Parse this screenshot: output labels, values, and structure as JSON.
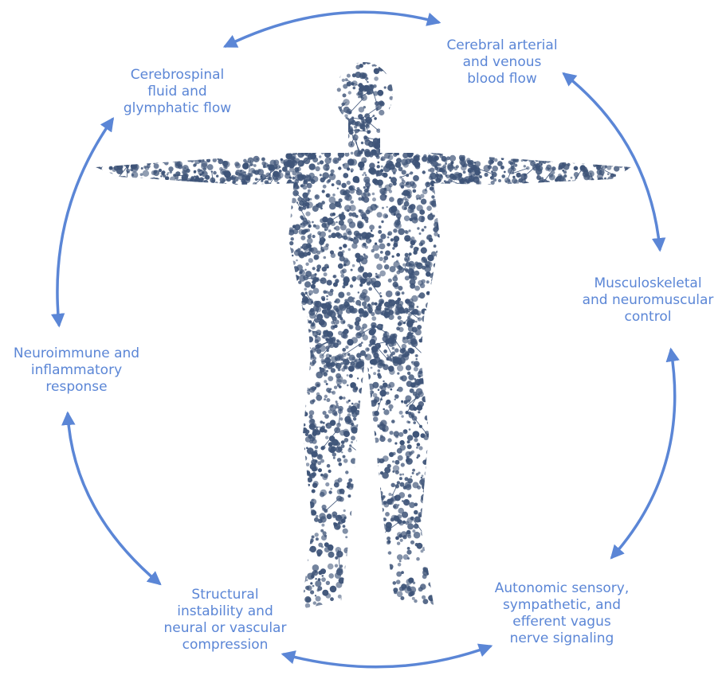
{
  "diagram": {
    "accent_color": "#5B86D6",
    "figure_color": "#3E5478",
    "center_graphic": "human-figure-molecular-dots",
    "nodes": [
      {
        "id": "csf",
        "label": "Cerebrospinal\nfluid and\nglymphatic flow"
      },
      {
        "id": "blood",
        "label": "Cerebral arterial\nand venous\nblood flow"
      },
      {
        "id": "musc",
        "label": "Musculoskeletal\nand neuromuscular\ncontrol"
      },
      {
        "id": "auto",
        "label": "Autonomic sensory,\nsympathetic, and\nefferent vagus\nnerve signaling"
      },
      {
        "id": "struc",
        "label": "Structural\ninstability and\nneural or vascular\ncompression"
      },
      {
        "id": "neuro",
        "label": "Neuroimmune and\ninflammatory\nresponse"
      }
    ],
    "connections": [
      {
        "from": "csf",
        "to": "blood",
        "type": "bidirectional"
      },
      {
        "from": "blood",
        "to": "musc",
        "type": "bidirectional"
      },
      {
        "from": "musc",
        "to": "auto",
        "type": "bidirectional"
      },
      {
        "from": "auto",
        "to": "struc",
        "type": "bidirectional"
      },
      {
        "from": "struc",
        "to": "neuro",
        "type": "bidirectional"
      },
      {
        "from": "neuro",
        "to": "csf",
        "type": "bidirectional"
      }
    ]
  }
}
